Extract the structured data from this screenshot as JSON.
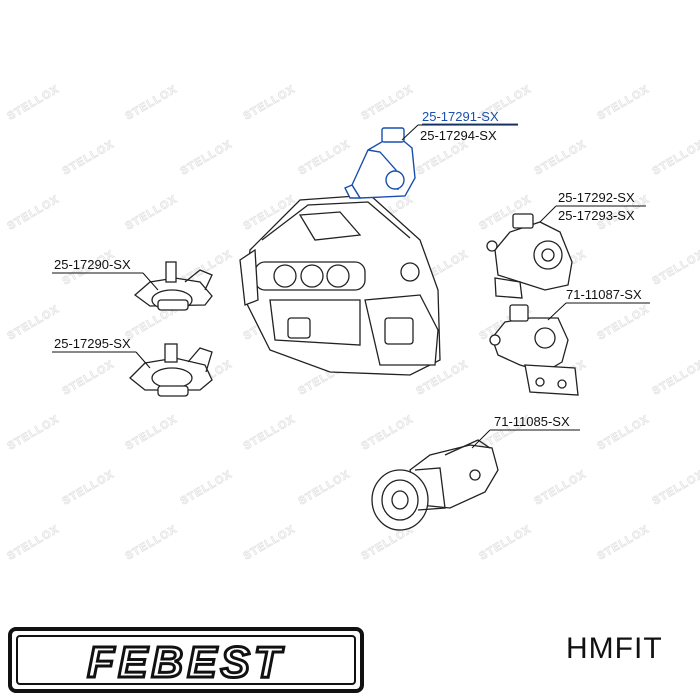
{
  "watermark": {
    "text": "STELLOX"
  },
  "parts": [
    {
      "id": "p1",
      "code": "25-17291-SX",
      "highlight": true
    },
    {
      "id": "p2",
      "code": "25-17294-SX",
      "highlight": false
    },
    {
      "id": "p3",
      "code": "25-17292-SX",
      "highlight": false
    },
    {
      "id": "p4",
      "code": "25-17293-SX",
      "highlight": false
    },
    {
      "id": "p5",
      "code": "25-17290-SX",
      "highlight": false
    },
    {
      "id": "p6",
      "code": "71-11087-SX",
      "highlight": false
    },
    {
      "id": "p7",
      "code": "25-17295-SX",
      "highlight": false
    },
    {
      "id": "p8",
      "code": "71-11085-SX",
      "highlight": false
    }
  ],
  "footer": {
    "logo_text": "FEBEST",
    "brand_code": "HMFIT"
  },
  "colors": {
    "highlight": "#1a4fb0",
    "line": "#111111",
    "watermark": "#e2e2e2"
  }
}
